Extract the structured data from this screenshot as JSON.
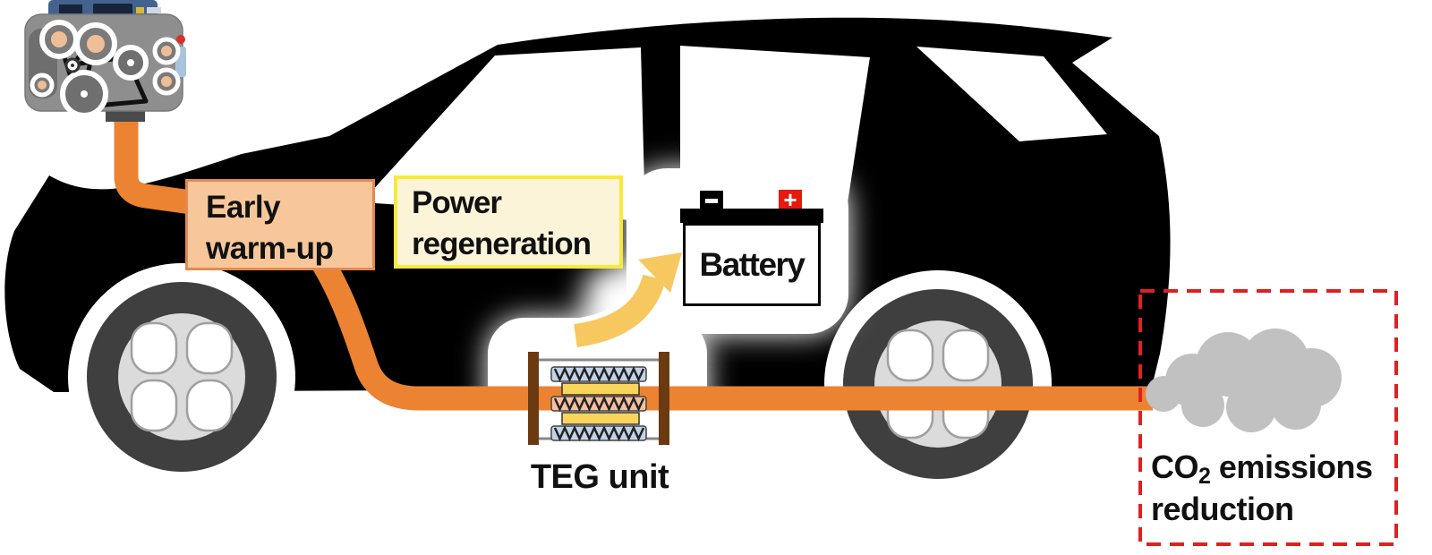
{
  "labels": {
    "early": {
      "line1": "Early",
      "line2": "warm-up"
    },
    "power": {
      "line1": "Power",
      "line2": "regeneration"
    },
    "battery": {
      "label": "Battery",
      "minus": "−",
      "plus": "+"
    },
    "teg": {
      "label": "TEG unit"
    },
    "co2": {
      "prefix": "CO",
      "sub": "2",
      "suffix": " emissions",
      "line2": "reduction"
    }
  },
  "icons": {
    "engine": "engine-with-belt-and-pulleys",
    "car": "suv-side-silhouette",
    "battery": "car-battery",
    "teg": "thermoelectric-generator-stack",
    "cloud": "exhaust-smoke-cloud",
    "arrow": "curved-power-flow-arrow",
    "pipe": "exhaust-pipe"
  },
  "colors": {
    "pipe": "#EC8332",
    "body": "#000000",
    "box1_fill": "#F7C79B",
    "box1_border": "#E28A52",
    "box2_fill": "#FCF4D9",
    "box2_border": "#F8E93B",
    "battery_red": "#E8190D",
    "dashed_red": "#E02020",
    "teg_blue": "#C3D3E8",
    "teg_salmon": "#F6C1A0",
    "teg_yellow": "#FAD55C",
    "teg_post": "#6B3A10",
    "arrow": "#F6C85F",
    "cloud": "#C1C1C1",
    "tire": "#3F3F3F",
    "hub": "#DBDBDB",
    "text": "#111111"
  }
}
